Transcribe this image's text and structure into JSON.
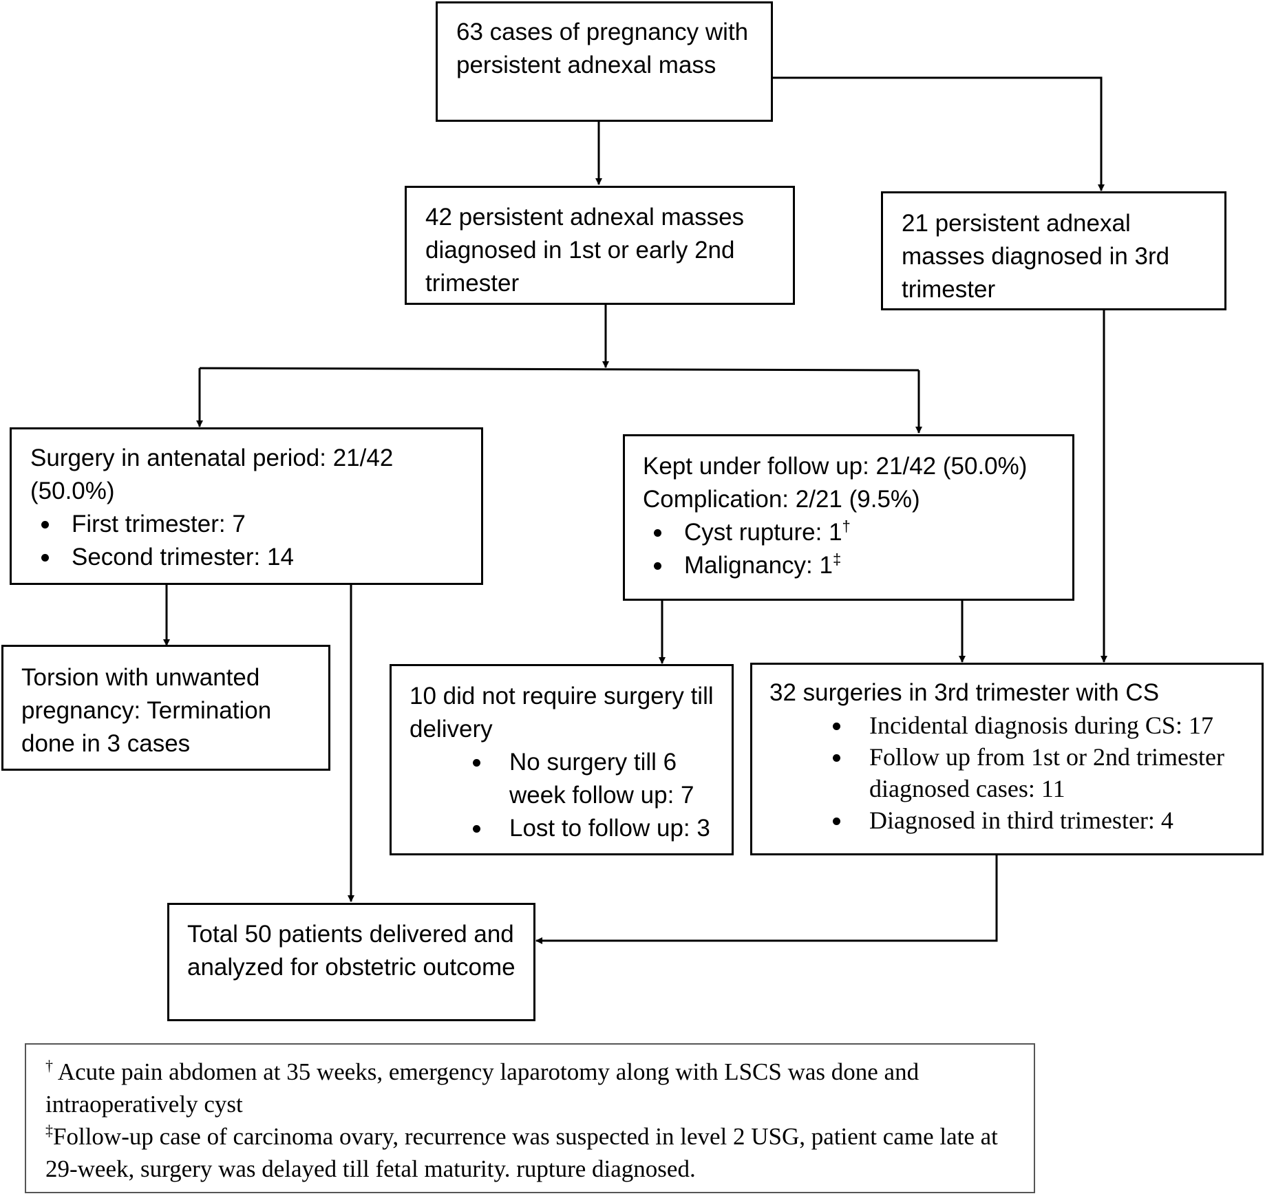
{
  "boxes": {
    "total_cases": "63 cases of pregnancy with persistent adnexal mass",
    "early_masses": "42 persistent adnexal masses diagnosed in 1st or early 2nd trimester",
    "third_trimester_masses": "21 persistent adnexal masses diagnosed in 3rd trimester",
    "antenatal_surgery": {
      "title": "Surgery in antenatal period: 21/42 (50.0%)",
      "items": [
        "First trimester: 7",
        "Second trimester: 14"
      ]
    },
    "follow_up": {
      "title": "Kept under follow up: 21/42 (50.0%)",
      "complication": "Complication: 2/21 (9.5%)",
      "items": [
        {
          "label": "Cyst rupture: 1",
          "mark": "†"
        },
        {
          "label": "Malignancy: 1",
          "mark": "‡"
        }
      ]
    },
    "torsion": "Torsion with unwanted pregnancy: Termination done in 3 cases",
    "no_surgery": {
      "title": "10 did not require surgery till delivery",
      "items": [
        "No surgery till 6 week follow up: 7",
        "Lost to follow up: 3"
      ]
    },
    "third_trimester_surgery": {
      "title": "32 surgeries in 3rd trimester with CS",
      "items": [
        "Incidental diagnosis during CS: 17",
        "Follow up from 1st or 2nd trimester diagnosed cases: 11",
        "Diagnosed in third trimester: 4"
      ]
    },
    "delivered": "Total 50 patients delivered and analyzed for obstetric outcome"
  },
  "footnotes": [
    {
      "mark": "†",
      "text": "Acute pain abdomen at 35 weeks, emergency laparotomy along with LSCS was done and intraoperatively cyst"
    },
    {
      "mark": "‡",
      "text": "Follow-up case of carcinoma ovary, recurrence was suspected in level 2 USG, patient came late at 29-week, surgery was delayed till fetal maturity. rupture diagnosed."
    }
  ],
  "colors": {
    "line": "#000000",
    "border": "#000000",
    "footnote_border": "#555555"
  }
}
